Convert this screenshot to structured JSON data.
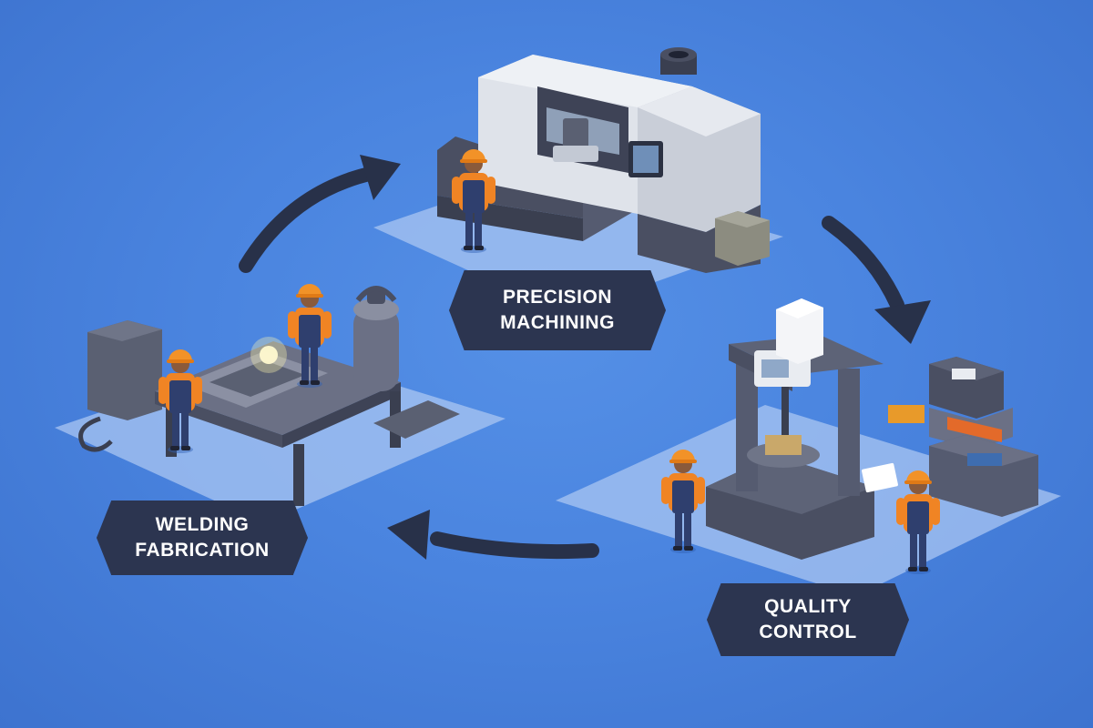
{
  "stages": {
    "machining": {
      "line1": "PRECISION",
      "line2": "MACHINING"
    },
    "quality": {
      "line1": "QUALITY",
      "line2": "CONTROL"
    },
    "welding": {
      "line1": "WELDING",
      "line2": "FABRICATION"
    }
  },
  "colors": {
    "background": "#4a84df",
    "label_bg": "#2c3550",
    "arrow": "#283149",
    "platform": "#a9c6f2",
    "machine_light": "#dfe3ea",
    "machine_dark": "#4a4f62",
    "worker_shirt": "#f08424",
    "worker_overalls": "#2f3f6e",
    "helmet": "#f29228"
  },
  "icons": [
    "cycle-arrow-icon",
    "cnc-machine-icon",
    "cmm-machine-icon",
    "welding-table-icon",
    "gas-cylinder-icon",
    "worker-icon"
  ]
}
